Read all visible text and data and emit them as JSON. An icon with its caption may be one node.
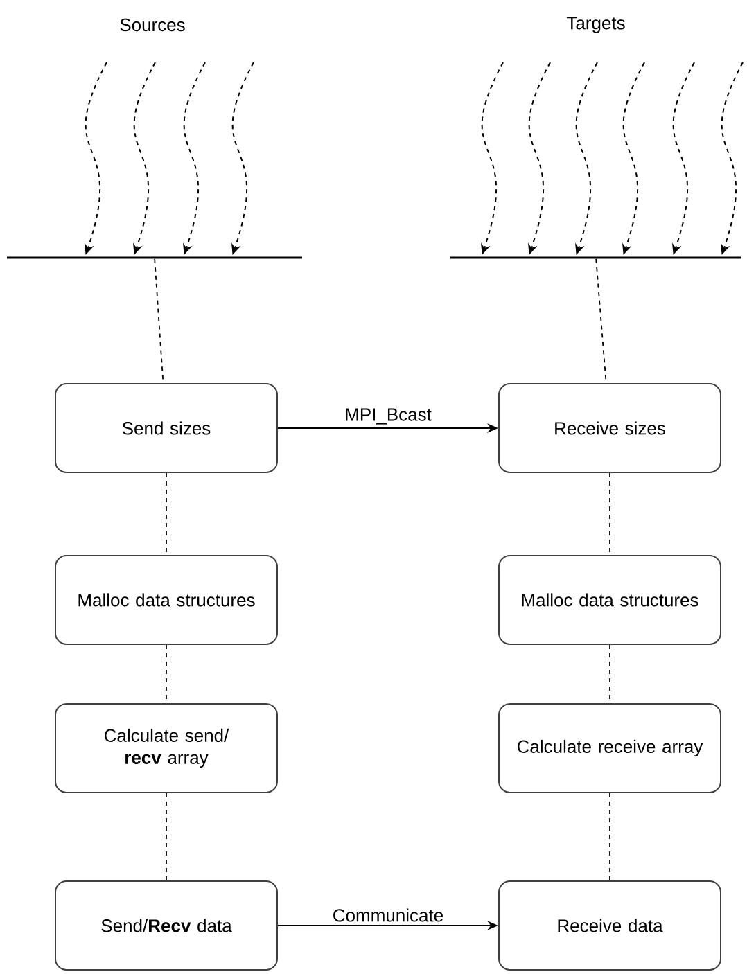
{
  "diagram": {
    "nodes": [
      {
        "text": [],
        "shape": "bar"
      },
      {
        "text": [],
        "shape": "bar"
      },
      {
        "text": [
          "Send sizes"
        ]
      },
      {
        "text": [
          "Receive sizes"
        ]
      },
      {
        "text": [
          "Malloc data structures"
        ]
      },
      {
        "text": [
          "Malloc data structures"
        ]
      },
      {
        "text": [
          "Calculate send/ **recv** array"
        ]
      },
      {
        "text": [
          "Calculate receive array"
        ]
      },
      {
        "text": [
          "Send/**Recv** data"
        ]
      },
      {
        "text": [
          "Receive data"
        ]
      }
    ],
    "edges": [
      {
        "from": 0,
        "to": 2,
        "arrow": "none",
        "style": "dashed"
      },
      {
        "from": 2,
        "to": 4,
        "arrow": "none",
        "style": "dashed"
      },
      {
        "from": 4,
        "to": 6,
        "arrow": "none",
        "style": "dashed"
      },
      {
        "from": 6,
        "to": 8,
        "arrow": "none",
        "style": "dashed"
      },
      {
        "from": 1,
        "to": 3,
        "arrow": "none",
        "style": "dashed"
      },
      {
        "from": 3,
        "to": 5,
        "arrow": "none",
        "style": "dashed"
      },
      {
        "from": 5,
        "to": 7,
        "arrow": "none",
        "style": "dashed"
      },
      {
        "from": 7,
        "to": 9,
        "arrow": "none",
        "style": "dashed"
      },
      {
        "from": 2,
        "to": 3,
        "arrow": "to",
        "label": "MPI_Bcast"
      },
      {
        "from": 8,
        "to": 9,
        "arrow": "to",
        "label": "Communicate"
      },
      {
        "from": null,
        "to": 0,
        "arrow": "to",
        "style": "dashed"
      },
      {
        "from": null,
        "to": 0,
        "arrow": "to",
        "style": "dashed"
      },
      {
        "from": null,
        "to": 0,
        "arrow": "to",
        "style": "dashed"
      },
      {
        "from": null,
        "to": 0,
        "arrow": "to",
        "style": "dashed"
      },
      {
        "from": null,
        "to": 1,
        "arrow": "to",
        "style": "dashed"
      },
      {
        "from": null,
        "to": 1,
        "arrow": "to",
        "style": "dashed"
      },
      {
        "from": null,
        "to": 1,
        "arrow": "to",
        "style": "dashed"
      },
      {
        "from": null,
        "to": 1,
        "arrow": "to",
        "style": "dashed"
      },
      {
        "from": null,
        "to": 1,
        "arrow": "to",
        "style": "dashed"
      },
      {
        "from": null,
        "to": 1,
        "arrow": "to",
        "style": "dashed"
      }
    ],
    "labels": [
      "Sources",
      "Targets"
    ]
  }
}
